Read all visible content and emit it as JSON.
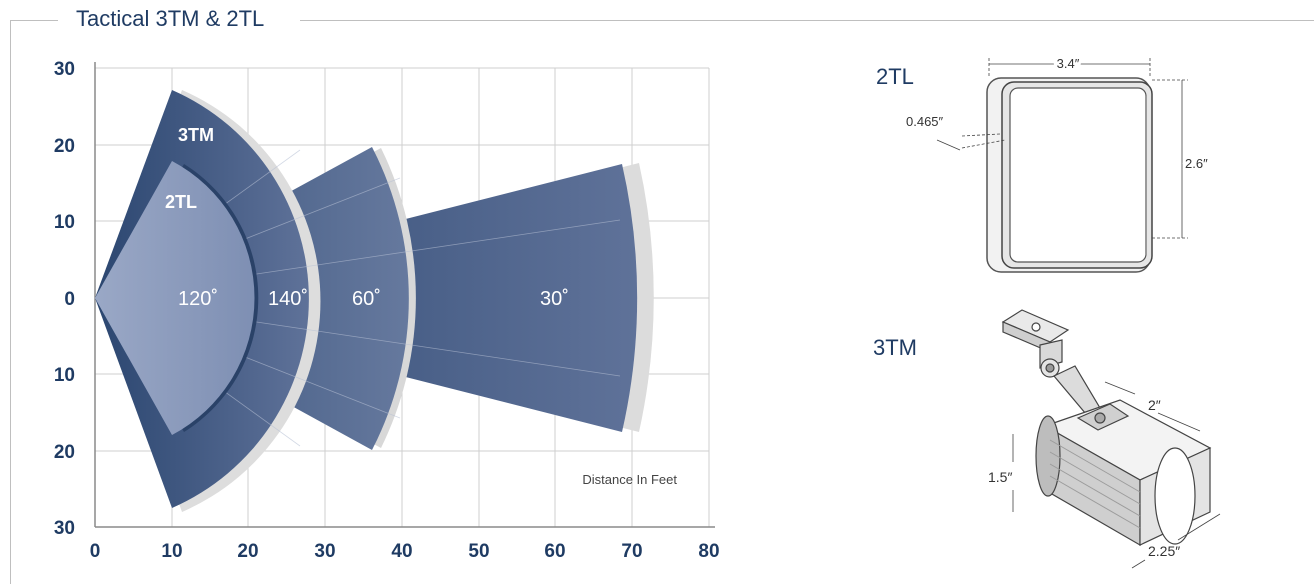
{
  "title": "Tactical 3TM & 2TL",
  "chart": {
    "x_ticks": [
      "0",
      "10",
      "20",
      "30",
      "40",
      "50",
      "60",
      "70",
      "80"
    ],
    "y_ticks": [
      "30",
      "20",
      "10",
      "0",
      "10",
      "20",
      "30"
    ],
    "axis_note": "Distance In Feet",
    "beam_labels": {
      "outer": "3TM",
      "inner": "2TL"
    },
    "angles": [
      "120˚",
      "140˚",
      "60˚",
      "30˚"
    ]
  },
  "chart_data": {
    "type": "diagram",
    "xlim": [
      0,
      80
    ],
    "ylim": [
      -30,
      30
    ],
    "beams": [
      {
        "angle_label": "30˚",
        "angle_deg": 30,
        "reach_ft": 70
      },
      {
        "angle_label": "60˚",
        "angle_deg": 60,
        "reach_ft": 40
      },
      {
        "angle_label": "140˚",
        "angle_deg": 140,
        "reach_ft": 29
      },
      {
        "angle_label": "120˚",
        "angle_deg": 120,
        "reach_ft": 20
      }
    ]
  },
  "products": {
    "p2tl": {
      "name": "2TL",
      "width": "3.4″",
      "height": "2.6″",
      "depth": "0.465″"
    },
    "p3tm": {
      "name": "3TM",
      "depth": "2″",
      "height": "1.5″",
      "width": "2.25″"
    }
  },
  "colors": {
    "dark": "#2f4a72",
    "light": "#8797b8",
    "text": "#1f3b63"
  }
}
